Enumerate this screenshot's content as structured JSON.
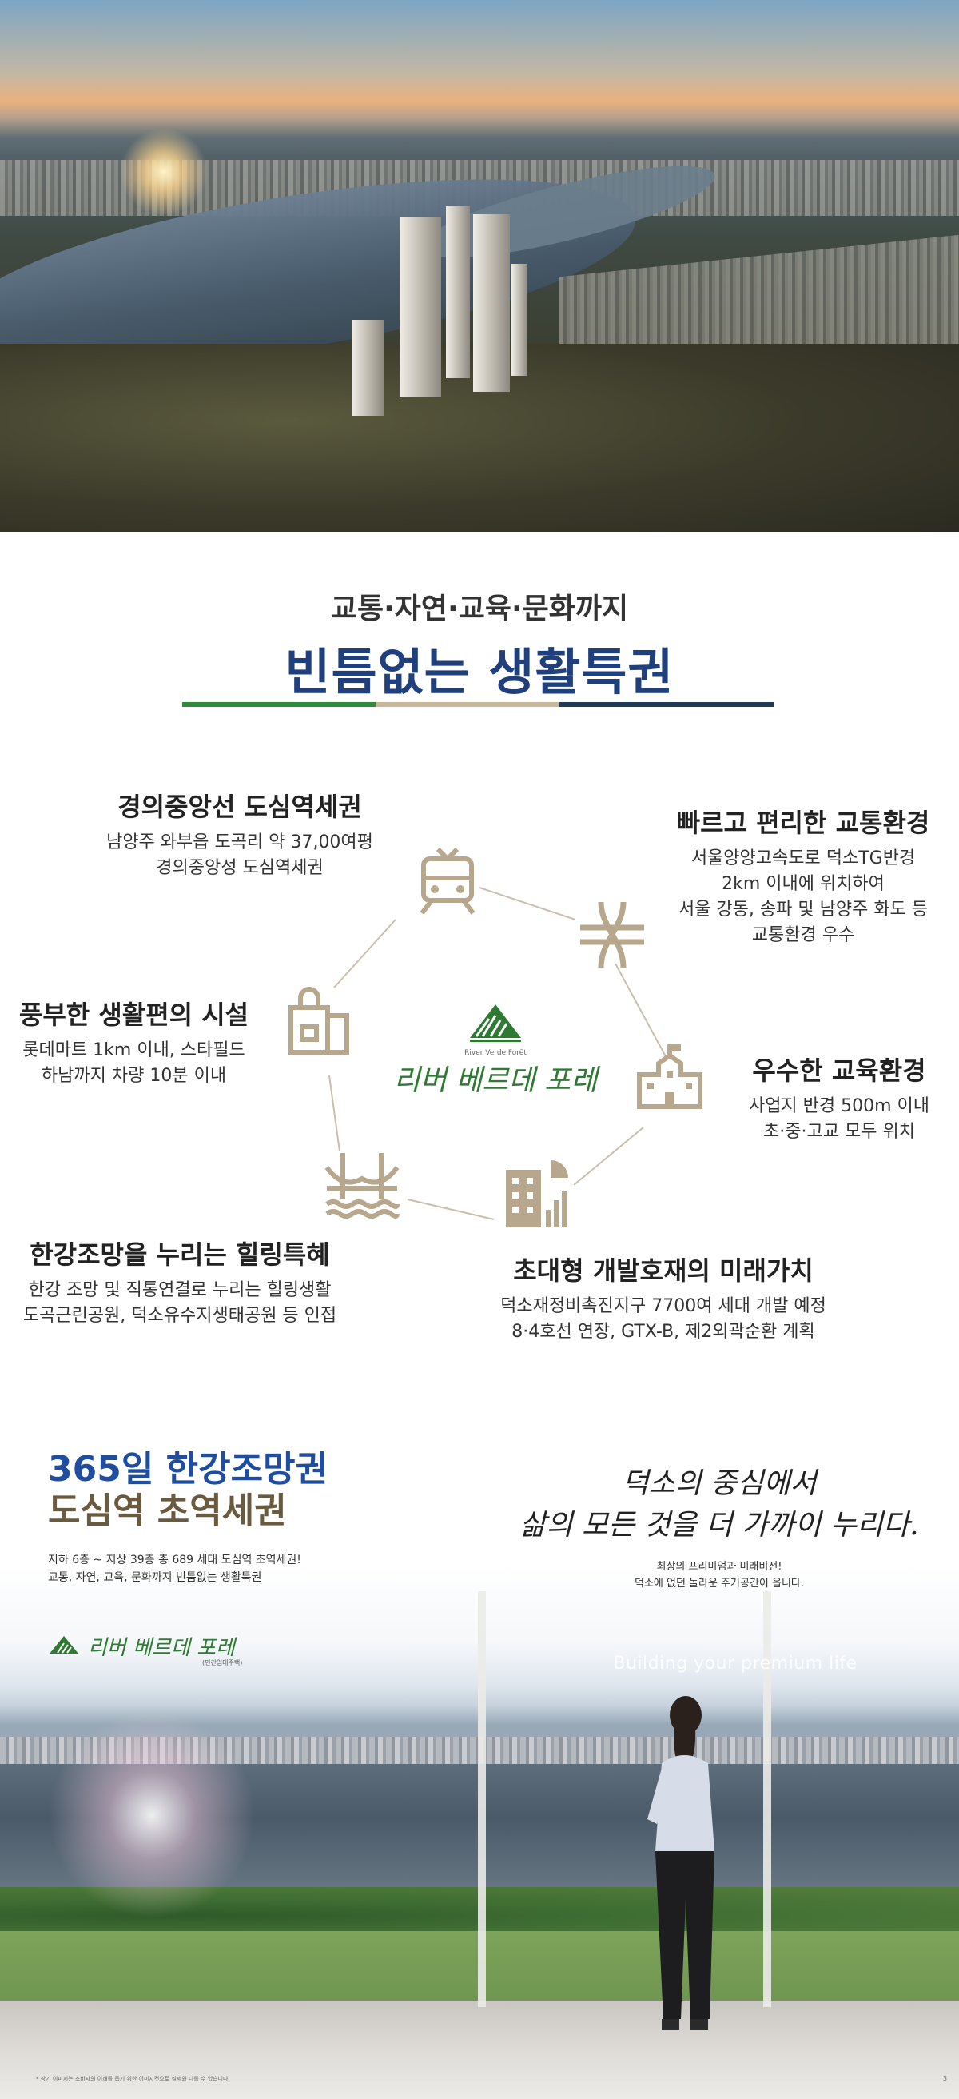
{
  "heading": {
    "subtitle": "교통·자연·교육·문화까지",
    "title": "빈틈없는 생활특권",
    "rule_colors": [
      "#2e8b3a",
      "#c9b79a",
      "#1f3b5b"
    ]
  },
  "features": [
    {
      "title": "경의중앙선 도심역세권",
      "lines": [
        "남양주 와부읍 도곡리 약 37,00여평",
        "경의중앙성 도심역세권"
      ],
      "icon": "train-icon"
    },
    {
      "title": "빠르고 편리한 교통환경",
      "lines": [
        "서울양양고속도로 덕소TG반경",
        "2km 이내에 위치하여",
        "서울 강동, 송파 및 남양주 화도 등",
        "교통환경 우수"
      ],
      "icon": "highway-interchange-icon"
    },
    {
      "title": "풍부한 생활편의 시설",
      "lines": [
        "롯데마트 1km 이내, 스타필드",
        "하남까지 차량 10분 이내"
      ],
      "icon": "shopping-bag-icon"
    },
    {
      "title": "우수한 교육환경",
      "lines": [
        "사업지 반경 500m 이내",
        "초·중·고교 모두 위치"
      ],
      "icon": "school-icon"
    },
    {
      "title": "한강조망을 누리는 힐링특혜",
      "lines": [
        "한강 조망 및 직통연결로 누리는 힐링생활",
        "도곡근린공원, 덕소유수지생태공원 등 인접"
      ],
      "icon": "bridge-icon"
    },
    {
      "title": "초대형 개발호재의 미래가치",
      "lines": [
        "덕소재정비촉진지구 7700여 세대 개발 예정",
        "8·4호선 연장, GTX-B, 제2외곽순환 계획"
      ],
      "icon": "city-growth-chart-icon"
    }
  ],
  "center_brand": {
    "name_ko": "리버 베르데 포레",
    "name_en": "River Verde Forêt",
    "accent": "#2e7a33",
    "line_color": "#c9b79a"
  },
  "banner": {
    "title_line1": "365일 한강조망권",
    "title_line2": "도심역 초역세권",
    "desc_line1": "지하 6층 ~ 지상 39층 총 689 세대 도심역 초역세권!",
    "desc_line2": "교통, 자연, 교육, 문화까지 빈틈없는 생활특권",
    "logo_text": "리버 베르데 포레",
    "logo_sub": "(민간임대주택)",
    "script_line1": "덕소의 중심에서",
    "script_line2": "삶의 모든 것을 더 가까이 누리다.",
    "script_desc1": "최상의 프리미엄과 미래비전!",
    "script_desc2": "덕소에 없던 놀라운 주거공간이 옵니다.",
    "tagline": "Building your premium life",
    "title_color": "#1f4da0",
    "title2_color": "#6b5b3e"
  },
  "footer": {
    "note": "* 상기 이미지는 소비자의 이해를 돕기 위한 이미지컷으로 실제와 다를 수 있습니다.",
    "page": "3"
  }
}
